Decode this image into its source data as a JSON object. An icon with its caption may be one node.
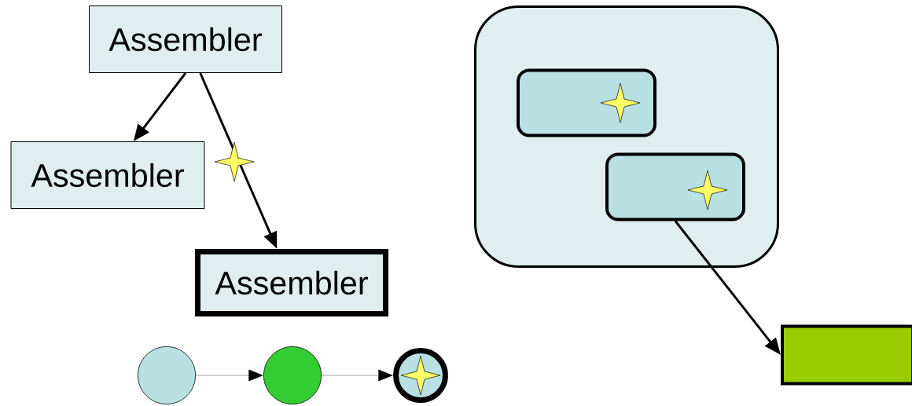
{
  "diagram": {
    "nodes": [
      {
        "text": [
          "Assembler"
        ]
      },
      {
        "text": [
          "Assembler"
        ]
      },
      {
        "text": [
          "Assembler"
        ]
      },
      {
        "text": [],
        "shape": "circle"
      },
      {
        "text": [],
        "shape": "circle"
      },
      {
        "text": [],
        "shape": "circle"
      },
      {
        "text": [],
        "shape": "box"
      },
      {
        "text": [],
        "shape": "box",
        "in": 6
      },
      {
        "text": [],
        "shape": "box",
        "in": 6
      },
      {
        "text": [],
        "shape": "box"
      }
    ],
    "edges": [
      {
        "from": 0,
        "to": 1,
        "arrow": "to"
      },
      {
        "from": 0,
        "to": 2,
        "arrow": "to"
      },
      {
        "from": 3,
        "to": 4,
        "arrow": "to",
        "color": "#a6a6a6"
      },
      {
        "from": 4,
        "to": 5,
        "arrow": "to",
        "color": "#a6a6a6"
      },
      {
        "from": 8,
        "to": 9,
        "arrow": "to"
      }
    ]
  }
}
